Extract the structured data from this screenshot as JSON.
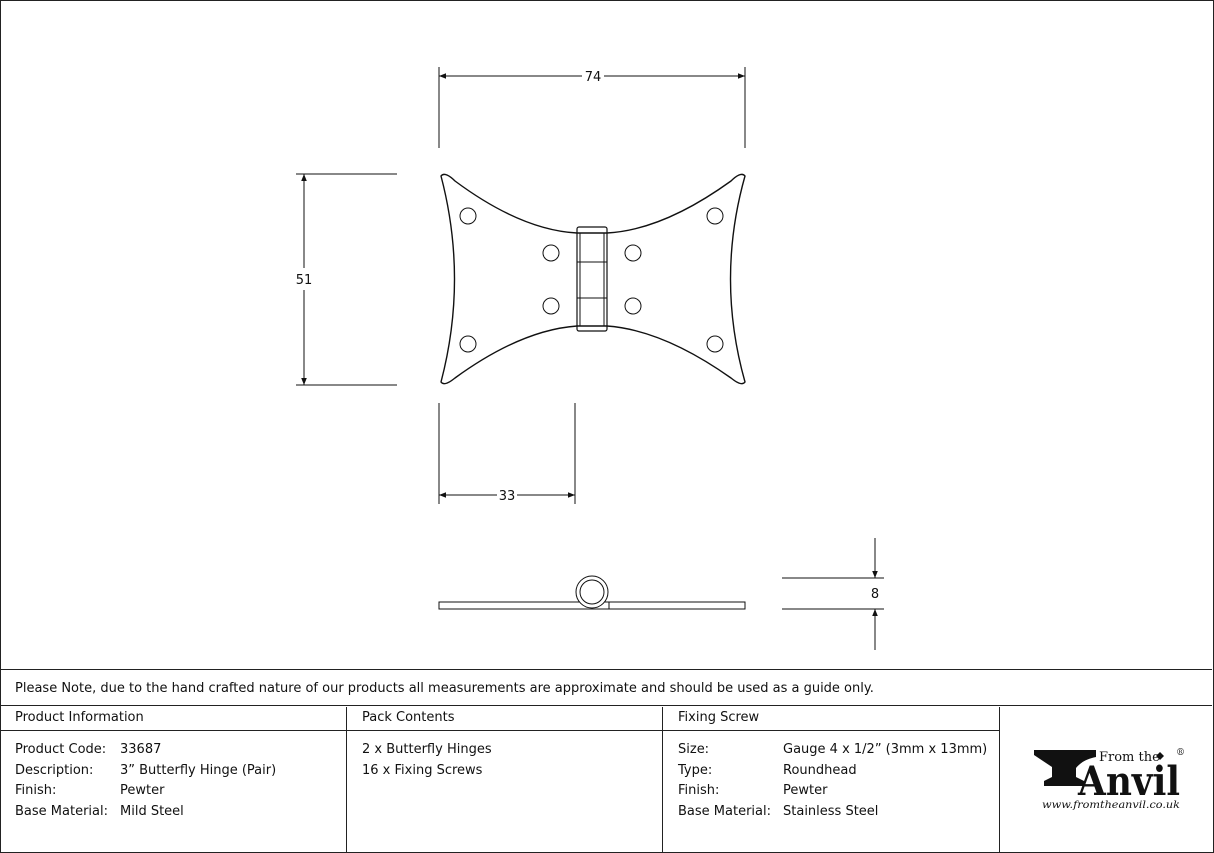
{
  "drawing": {
    "dimensions": {
      "width": "74",
      "height": "51",
      "leaf_width": "33",
      "thickness": "8"
    }
  },
  "note": "Please Note, due to the hand crafted nature of our products all measurements are approximate and should be used as a guide only.",
  "product_information": {
    "heading": "Product Information",
    "rows": [
      {
        "label": "Product Code:",
        "value": "33687"
      },
      {
        "label": "Description:",
        "value": "3” Butterfly Hinge (Pair)"
      },
      {
        "label": "Finish:",
        "value": "Pewter"
      },
      {
        "label": "Base Material:",
        "value": "Mild Steel"
      }
    ]
  },
  "pack_contents": {
    "heading": "Pack Contents",
    "items": [
      "2 x Butterfly Hinges",
      "16 x Fixing Screws"
    ]
  },
  "fixing_screw": {
    "heading": "Fixing Screw",
    "rows": [
      {
        "label": "Size:",
        "value": "Gauge 4 x 1/2” (3mm x 13mm)"
      },
      {
        "label": "Type:",
        "value": "Roundhead"
      },
      {
        "label": "Finish:",
        "value": "Pewter"
      },
      {
        "label": "Base Material:",
        "value": "Stainless Steel"
      }
    ]
  },
  "logo": {
    "from_the": "From the",
    "brand": "Anvil",
    "registered": "®",
    "url": "www.fromtheanvil.co.uk"
  }
}
